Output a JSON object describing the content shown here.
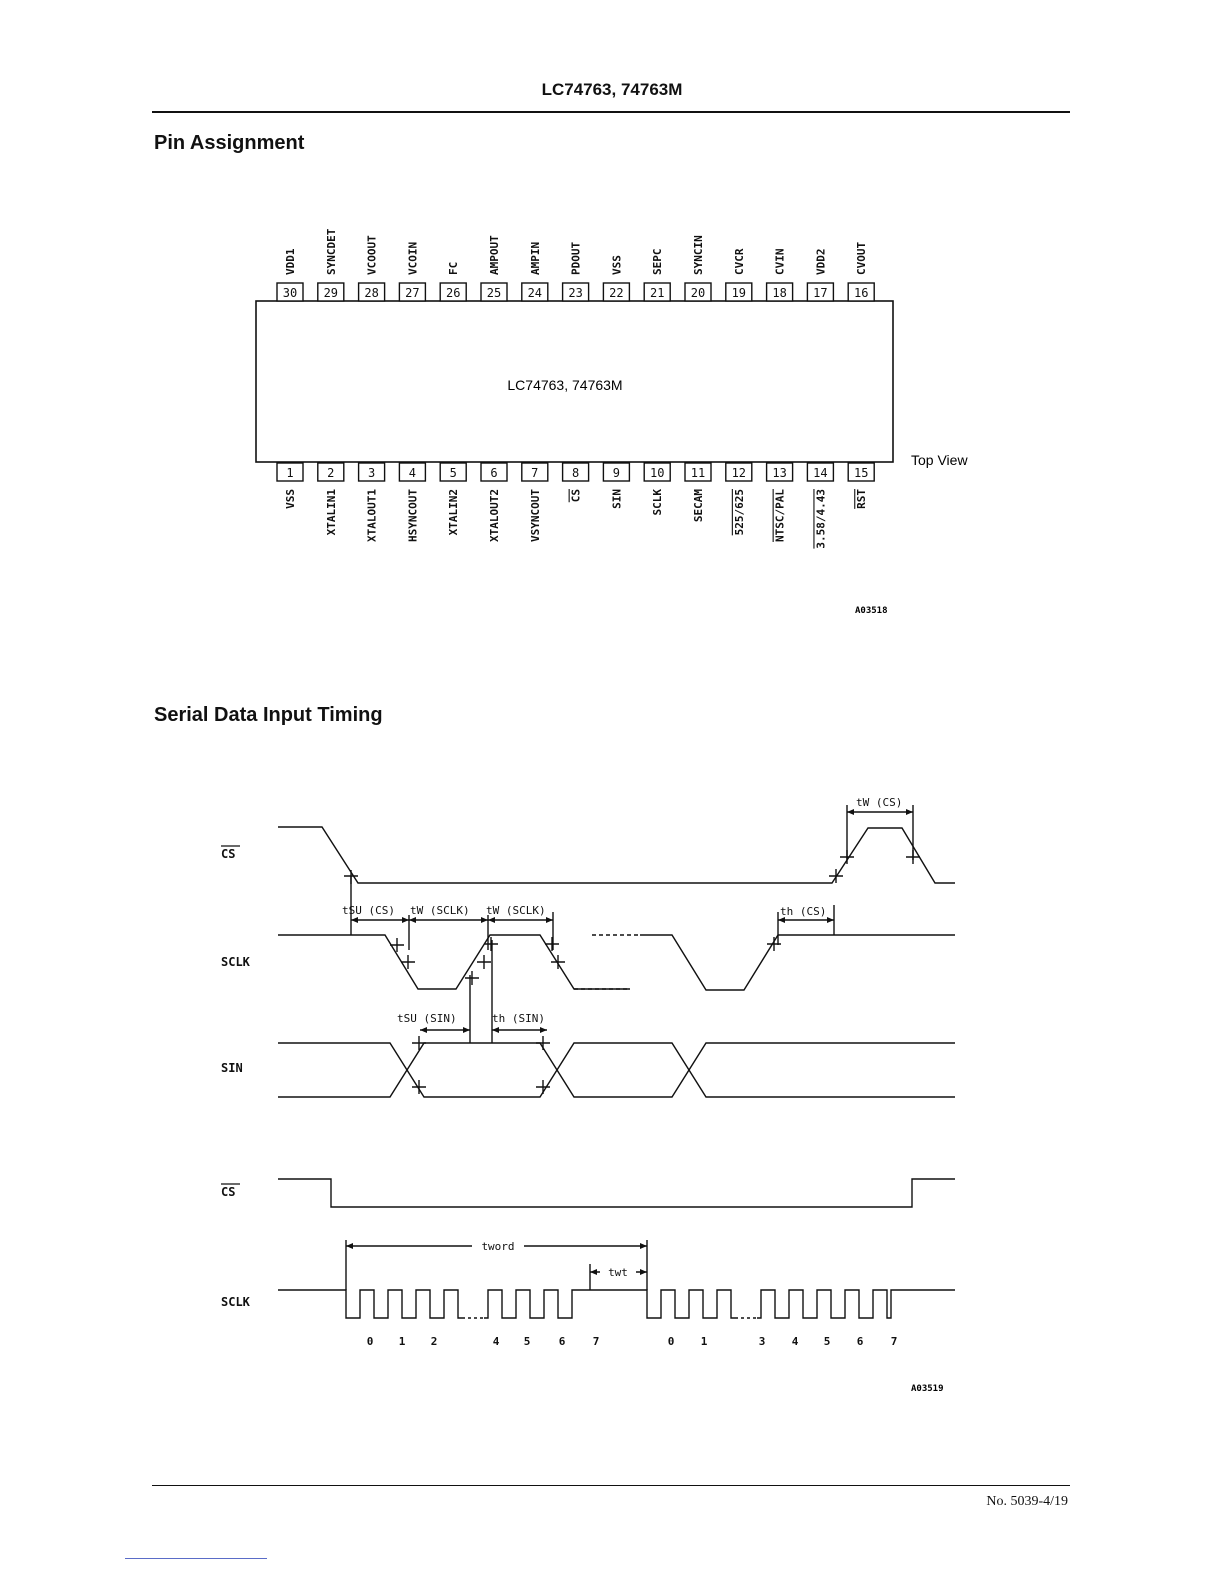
{
  "header": {
    "title": "LC74763, 74763M"
  },
  "pin_section": {
    "title": "Pin Assignment",
    "chip_label": "LC74763, 74763M",
    "view_label": "Top View",
    "figure_code": "A03518",
    "top_pins": [
      {
        "num": "30",
        "name": "VDD1"
      },
      {
        "num": "29",
        "name": "SYNCDET"
      },
      {
        "num": "28",
        "name": "VCOOUT"
      },
      {
        "num": "27",
        "name": "VCOIN"
      },
      {
        "num": "26",
        "name": "FC"
      },
      {
        "num": "25",
        "name": "AMPOUT"
      },
      {
        "num": "24",
        "name": "AMPIN"
      },
      {
        "num": "23",
        "name": "PDOUT"
      },
      {
        "num": "22",
        "name": "VSS"
      },
      {
        "num": "21",
        "name": "SEPC"
      },
      {
        "num": "20",
        "name": "SYNCIN"
      },
      {
        "num": "19",
        "name": "CVCR"
      },
      {
        "num": "18",
        "name": "CVIN"
      },
      {
        "num": "17",
        "name": "VDD2"
      },
      {
        "num": "16",
        "name": "CVOUT"
      }
    ],
    "bottom_pins": [
      {
        "num": "1",
        "name": "VSS"
      },
      {
        "num": "2",
        "name": "XTALIN1"
      },
      {
        "num": "3",
        "name": "XTALOUT1"
      },
      {
        "num": "4",
        "name": "HSYNCOUT"
      },
      {
        "num": "5",
        "name": "XTALIN2"
      },
      {
        "num": "6",
        "name": "XTALOUT2"
      },
      {
        "num": "7",
        "name": "VSYNCOUT"
      },
      {
        "num": "8",
        "name": "CS"
      },
      {
        "num": "9",
        "name": "SIN"
      },
      {
        "num": "10",
        "name": "SCLK"
      },
      {
        "num": "11",
        "name": "SECAM"
      },
      {
        "num": "12",
        "name": "525/625"
      },
      {
        "num": "13",
        "name": "NTSC/PAL"
      },
      {
        "num": "14",
        "name": "3.58/4.43"
      },
      {
        "num": "15",
        "name": "RST"
      }
    ]
  },
  "timing_section": {
    "title": "Serial Data Input Timing",
    "figure_code": "A03519",
    "signals": {
      "cs": "CS",
      "sclk": "SCLK",
      "sin": "SIN",
      "cs2": "CS",
      "sclk2": "SCLK"
    },
    "params": {
      "tw_cs": "tW (CS)",
      "tsu_cs": "tSU (CS)",
      "tw_sclk1": "tW (SCLK)",
      "tw_sclk2": "tW (SCLK)",
      "th_cs": "th (CS)",
      "tsu_sin": "tSU (SIN)",
      "th_sin": "th (SIN)",
      "tword": "tword",
      "twt": "twt"
    },
    "bit_labels": [
      "0",
      "1",
      "2",
      "4",
      "5",
      "6",
      "7",
      "0",
      "1",
      "3",
      "4",
      "5",
      "6",
      "7"
    ]
  },
  "footer": {
    "page_number": "No. 5039-4/19"
  }
}
